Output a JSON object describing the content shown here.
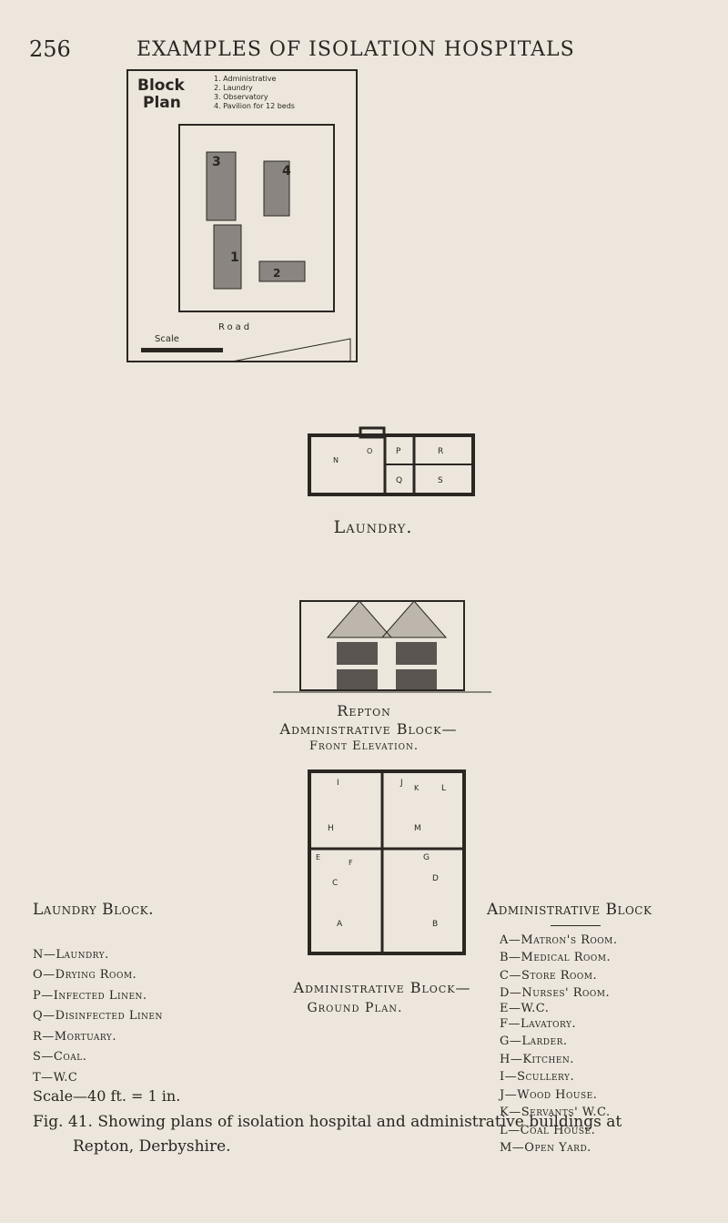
{
  "page_number": "256",
  "running_title": "EXAMPLES OF ISOLATION HOSPITALS",
  "block_plan": {
    "title_line1": "Block",
    "title_line2": "Plan",
    "legend": [
      "1. Administrative",
      "2. Laundry",
      "3. Observatory",
      "4. Pavilion for 12 beds"
    ],
    "road": "Road",
    "scale": "Scale",
    "numbers": [
      "1",
      "2",
      "3",
      "4"
    ]
  },
  "laundry_plan": {
    "caption": "Laundry.",
    "rooms": [
      "N",
      "O",
      "P",
      "Q",
      "R",
      "S"
    ]
  },
  "elevation": {
    "caption_line1": "Repton",
    "caption_line2": "Administrative Block—",
    "caption_line3": "Front Elevation."
  },
  "ground_plan": {
    "caption_line1": "Administrative Block—",
    "caption_line2": "Ground Plan.",
    "rooms": [
      "A",
      "B",
      "C",
      "D",
      "E",
      "F",
      "G",
      "H",
      "I",
      "J",
      "K",
      "L",
      "M"
    ]
  },
  "laundry_legend": {
    "heading": "Laundry Block.",
    "items": [
      "N—Laundry.",
      "O—Drying Room.",
      "P—Infected Linen.",
      "Q—Disinfected Linen",
      "R—Mortuary.",
      "S—Coal.",
      "T—W.C"
    ]
  },
  "admin_legend": {
    "heading": "Administrative Block",
    "items": [
      "A—Matron's Room.",
      "B—Medical Room.",
      "C—Store Room.",
      "D—Nurses' Room.",
      "E—W.C.",
      "F—Lavatory.",
      "G—Larder.",
      "H—Kitchen.",
      "I—Scullery.",
      "J—Wood House.",
      "K—Servants' W.C.",
      "L—Coal House.",
      "M—Open Yard."
    ]
  },
  "scale_note": "Scale—40 ft. = 1 in.",
  "figure_caption_line1": "Fig. 41.  Showing plans of isolation hospital and administrative buildings at",
  "figure_caption_line2": "Repton, Derbyshire."
}
